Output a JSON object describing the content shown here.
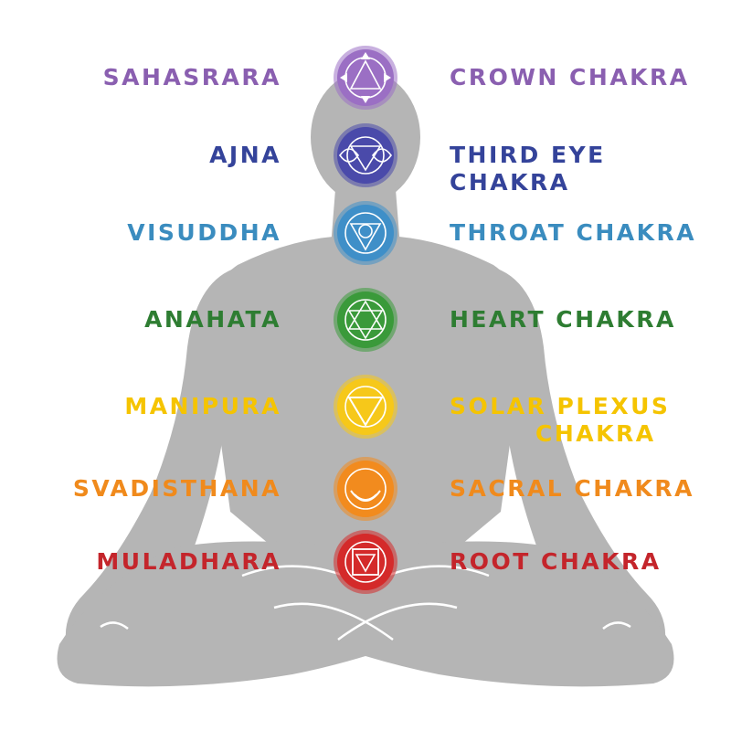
{
  "chakras": [
    {
      "sanskrit": "SAHASRARA",
      "english": "CROWN CHAKRA",
      "english_line2": "",
      "color": "#8a5fb0",
      "symbol_color": "#9b6fc4",
      "icon": "lotus-icon"
    },
    {
      "sanskrit": "AJNA",
      "english": "THIRD EYE CHAKRA",
      "english_line2": "",
      "color": "#34439a",
      "symbol_color": "#4a4aaa",
      "icon": "eye-icon"
    },
    {
      "sanskrit": "VISUDDHA",
      "english": "THROAT CHAKRA",
      "english_line2": "",
      "color": "#3a8cbf",
      "symbol_color": "#3f8fc8",
      "icon": "triangle-circle-icon"
    },
    {
      "sanskrit": "ANAHATA",
      "english": "HEART CHAKRA",
      "english_line2": "",
      "color": "#2e7d32",
      "symbol_color": "#3a9a3a",
      "icon": "hexagram-icon"
    },
    {
      "sanskrit": "MANIPURA",
      "english": "SOLAR PLEXUS",
      "english_line2": "CHAKRA",
      "color": "#f5c400",
      "symbol_color": "#f6c81a",
      "icon": "inverted-triangle-icon"
    },
    {
      "sanskrit": "SVADISTHANA",
      "english": "SACRAL CHAKRA",
      "english_line2": "",
      "color": "#f08a1c",
      "symbol_color": "#f28b1e",
      "icon": "crescent-icon"
    },
    {
      "sanskrit": "MULADHARA",
      "english": "ROOT CHAKRA",
      "english_line2": "",
      "color": "#c4252b",
      "symbol_color": "#d42a2a",
      "icon": "square-icon"
    }
  ],
  "silhouette_color": "#b5b5b5"
}
